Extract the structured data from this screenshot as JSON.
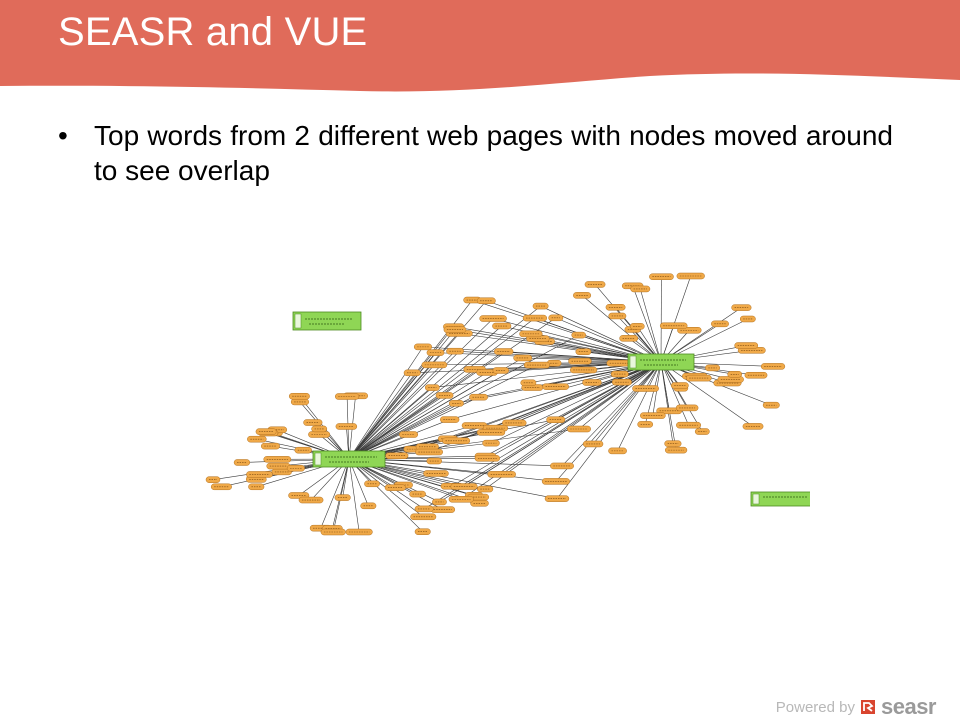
{
  "slide": {
    "title": "SEASR and VUE",
    "bullet": "Top words from 2 different web pages with nodes moved around to see overlap"
  },
  "footer": {
    "powered_by": "Powered by",
    "brand": "seasr"
  },
  "colors": {
    "header": "#e06b5a",
    "node_fill": "#f0a948",
    "node_stroke": "#b07020",
    "hub_fill": "#8fd655",
    "hub_stroke": "#4d8a20",
    "edge": "#3a3a3a",
    "brand_mark": "#d9452f"
  },
  "icons": [
    "bullet-dot",
    "seasr-logo-mark"
  ]
}
